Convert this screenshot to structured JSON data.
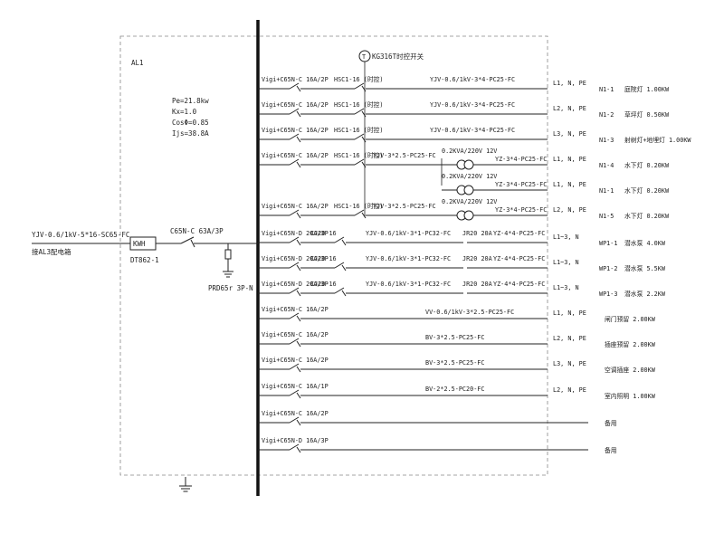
{
  "panel": {
    "name": "AL1",
    "params": [
      "Pe=21.8kw",
      "Kx=1.0",
      "CosΦ=0.85",
      "Ijs=38.8A"
    ]
  },
  "incoming": {
    "cable": "YJV-0.6/1kV-5*16-SC65-FC",
    "source": "接AL3配电箱",
    "meter_label": "KWH",
    "meter_model": "DT862-1",
    "main_breaker": "C65N-C  63A/3P",
    "spd": "PRD65r 3P-N"
  },
  "timer_switch": "KG316T时控开关",
  "circuits": [
    {
      "breaker": "Vigi+C65N-C 16A/2P",
      "contactor": "HSC1-16 (时控)",
      "cable": "YJV-0.6/1kV-3*4-PC25-FC",
      "phase": "L1, N, PE",
      "id": "N1-1",
      "load": "庭院灯 1.00KW"
    },
    {
      "breaker": "Vigi+C65N-C 16A/2P",
      "contactor": "HSC1-16 (时控)",
      "cable": "YJV-0.6/1kV-3*4-PC25-FC",
      "phase": "L2, N, PE",
      "id": "N1-2",
      "load": "草坪灯 0.50KW"
    },
    {
      "breaker": "Vigi+C65N-C 16A/2P",
      "contactor": "HSC1-16 (时控)",
      "cable": "YJV-0.6/1kV-3*4-PC25-FC",
      "phase": "L3, N, PE",
      "id": "N1-3",
      "load": "射树灯+地埋灯 1.00KW"
    },
    {
      "breaker": "Vigi+C65N-C 16A/2P",
      "contactor": "HSC1-16 (时控)",
      "cable": "YJV-3*2.5-PC25-FC",
      "phase": "L1, N, PE",
      "id": "N1-4",
      "load": "水下灯 0.20KW",
      "transformer": "0.2KVA/220V 12V",
      "cable2": "YZ-3*4-PC25-FC"
    },
    {
      "breaker": "",
      "contactor": "",
      "cable": "",
      "phase": "L1, N, PE",
      "id": "N1-1",
      "load": "水下灯 0.20KW",
      "transformer": "0.2KVA/220V 12V",
      "cable2": "YZ-3*4-PC25-FC"
    },
    {
      "breaker": "Vigi+C65N-C 16A/2P",
      "contactor": "HSC1-16 (时控)",
      "cable": "YJV-3*2.5-PC25-FC",
      "phase": "L2, N, PE",
      "id": "N1-5",
      "load": "水下灯 0.20KW",
      "transformer": "0.2KVA/220V 12V",
      "cable2": "YZ-3*4-PC25-FC"
    },
    {
      "breaker": "Vigi+C65N-D 20A/3P",
      "contactor": "CJ20-16",
      "cable": "YJV-0.6/1kV-3*1-PC32-FC",
      "phase": "L1~3, N",
      "id": "WP1-1",
      "load": "潜水泵 4.0KW",
      "relay": "JR20 20A",
      "cable2": "YZ-4*4-PC25-FC"
    },
    {
      "breaker": "Vigi+C65N-D 20A/3P",
      "contactor": "CJ20-16",
      "cable": "YJV-0.6/1kV-3*1-PC32-FC",
      "phase": "L1~3, N",
      "id": "WP1-2",
      "load": "潜水泵 5.5KW",
      "relay": "JR20 20A",
      "cable2": "YZ-4*4-PC25-FC"
    },
    {
      "breaker": "Vigi+C65N-D 20A/3P",
      "contactor": "CJ20-16",
      "cable": "YJV-0.6/1kV-3*1-PC32-FC",
      "phase": "L1~3, N",
      "id": "WP1-3",
      "load": "潜水泵 2.2KW",
      "relay": "JR20 20A",
      "cable2": "YZ-4*4-PC25-FC"
    },
    {
      "breaker": "Vigi+C65N-C 16A/2P",
      "contactor": "",
      "cable": "VV-0.6/1kV-3*2.5-PC25-FC",
      "phase": "L1, N, PE",
      "id": "",
      "load": "闸门预留 2.00KW"
    },
    {
      "breaker": "Vigi+C65N-C 16A/2P",
      "contactor": "",
      "cable": "BV-3*2.5-PC25-FC",
      "phase": "L2, N, PE",
      "id": "",
      "load": "插座预留 2.00KW"
    },
    {
      "breaker": "Vigi+C65N-C 16A/2P",
      "contactor": "",
      "cable": "BV-3*2.5-PC25-FC",
      "phase": "L3, N, PE",
      "id": "",
      "load": "空调插座 2.00KW"
    },
    {
      "breaker": "Vigi+C65N-C 16A/1P",
      "contactor": "",
      "cable": "BV-2*2.5-PC20-FC",
      "phase": "L2, N, PE",
      "id": "",
      "load": "室内照明 1.00KW"
    },
    {
      "breaker": "Vigi+C65N-C 16A/2P",
      "contactor": "",
      "cable": "",
      "phase": "",
      "id": "",
      "load": "备用"
    },
    {
      "breaker": "Vigi+C65N-D 16A/3P",
      "contactor": "",
      "cable": "",
      "phase": "",
      "id": "",
      "load": "备用"
    }
  ]
}
